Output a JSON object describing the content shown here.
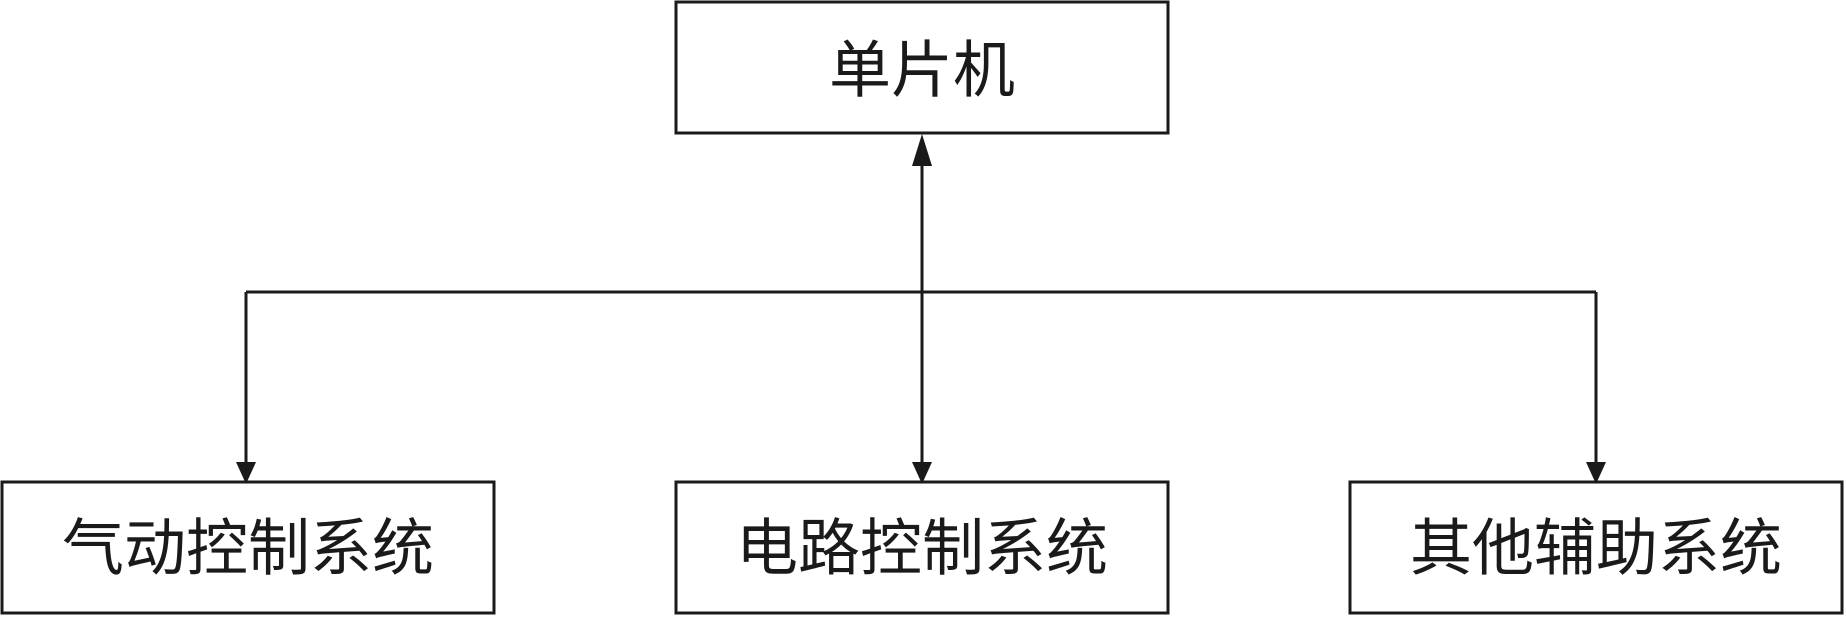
{
  "diagram": {
    "root": {
      "label": "单片机"
    },
    "children": [
      {
        "label": "气动控制系统",
        "connection": "one-way"
      },
      {
        "label": "电路控制系统",
        "connection": "two-way"
      },
      {
        "label": "其他辅助系统",
        "connection": "one-way"
      }
    ],
    "colors": {
      "line": "#1a1a1a",
      "box_fill": "#ffffff",
      "text": "#1a1a1a"
    }
  }
}
